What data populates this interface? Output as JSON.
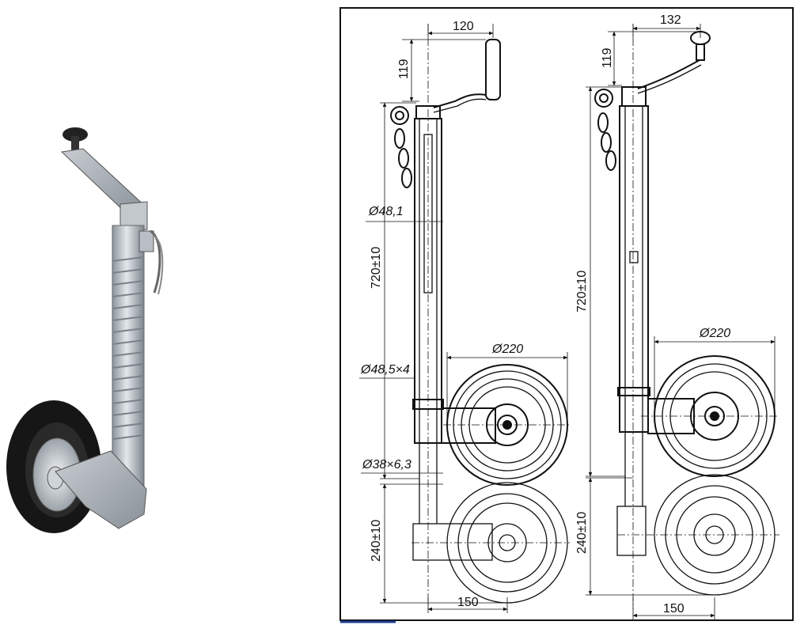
{
  "views": {
    "left": {
      "dim_crank_horizontal": "120",
      "dim_crank_vertical": "119",
      "dim_tube_outer": "Ø48,1",
      "dim_length": "720±10",
      "dim_lower_tube": "Ø48,5×4",
      "dim_wheel": "Ø220",
      "dim_shaft": "Ø38×6,3",
      "dim_retract": "240±10",
      "dim_base": "150"
    },
    "right": {
      "dim_crank_horizontal": "132",
      "dim_crank_vertical": "119",
      "dim_length": "720±10",
      "dim_wheel": "Ø220",
      "dim_retract": "240±10",
      "dim_base": "150"
    }
  },
  "colors": {
    "ink": "#111111",
    "metal_light": "#d9dde2",
    "metal_mid": "#a9b0b8",
    "tyre": "#141414"
  }
}
